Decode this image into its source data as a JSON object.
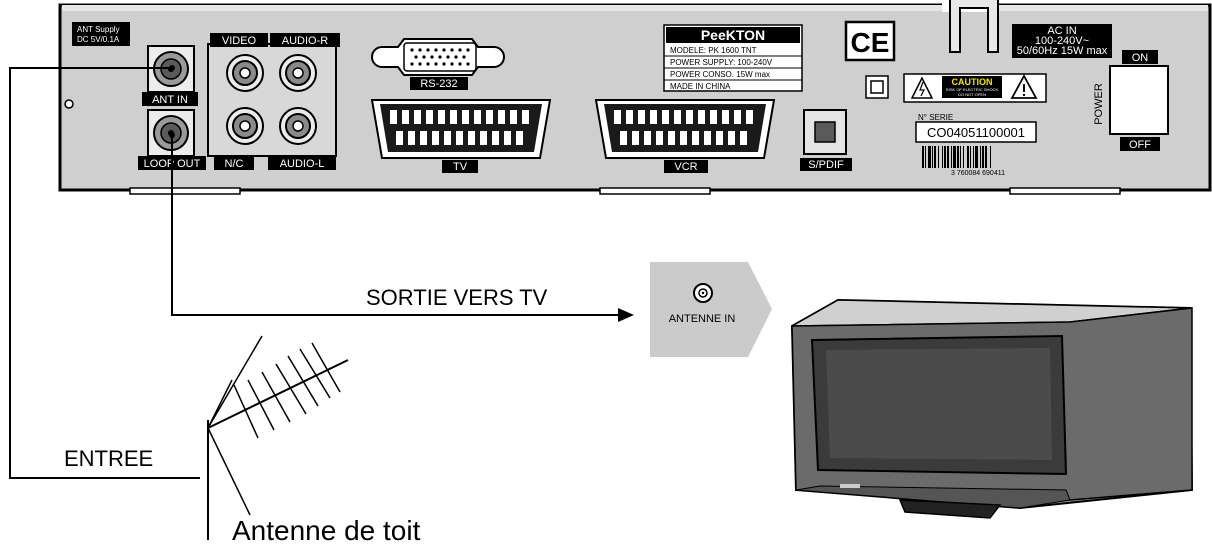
{
  "receiver": {
    "ant_supply_line1": "ANT Supply",
    "ant_supply_line2": "DC 5V/0.1A",
    "ant_in": "ANT IN",
    "loop_out": "LOOP OUT",
    "video": "VIDEO",
    "audio_r": "AUDIO-R",
    "nc": "N/C",
    "audio_l": "AUDIO-L",
    "rs232": "RS-232",
    "scart_tv": "TV",
    "scart_vcr": "VCR",
    "spdif": "S/PDIF",
    "brand": "PeeKTON",
    "spec_model": "MODELE: PK 1600 TNT",
    "spec_supply": "POWER SUPPLY: 100-240V",
    "spec_conso": "POWER CONSO. 15W max",
    "spec_made": "MADE IN CHINA",
    "ce": "CE",
    "caution": "CAUTION",
    "caution_sub1": "RISK OF ELECTRIC SHOCK",
    "caution_sub2": "DO NOT OPEN",
    "ac_line1": "AC IN",
    "ac_line2": "100-240V~",
    "ac_line3": "50/60Hz 15W max",
    "power": "POWER",
    "on": "ON",
    "off": "OFF",
    "serie_label": "N° SERIE",
    "serie_number": "CO04051100001",
    "barcode_digits": "3 760084 690411"
  },
  "labels": {
    "sortie": "SORTIE VERS TV",
    "antenne_in": "ANTENNE IN",
    "entree": "ENTREE",
    "antenne_toit": "Antenne de toit"
  }
}
